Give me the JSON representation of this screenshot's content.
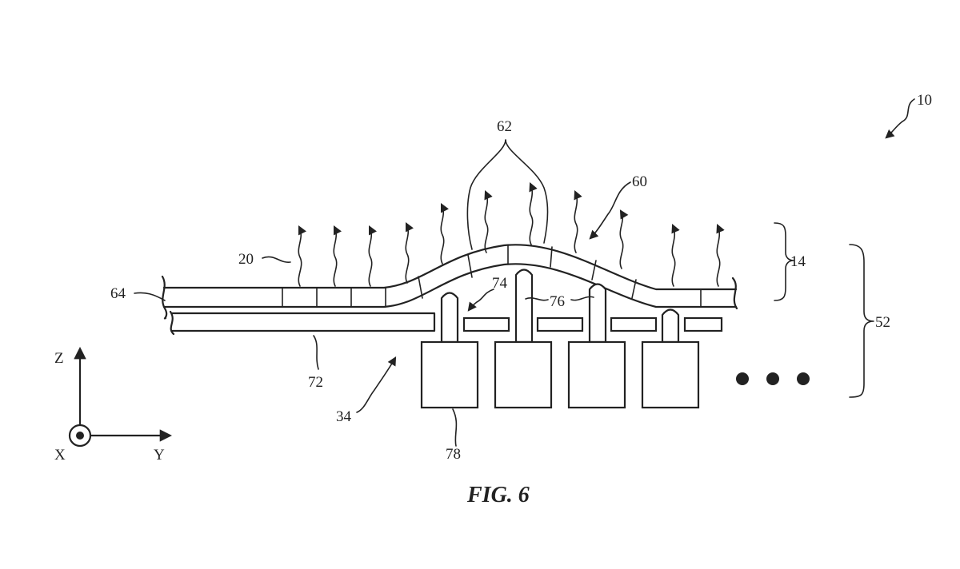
{
  "figure": {
    "caption": "FIG. 6",
    "labels": {
      "device": "10",
      "display": "14",
      "pixel": "20",
      "assembly": "34",
      "region": "52",
      "deform": "60",
      "light": "62",
      "edge": "64",
      "support": "72",
      "actuator": "74",
      "pin": "76",
      "motor": "78"
    },
    "axes": {
      "z": "Z",
      "x": "X",
      "y": "Y"
    }
  }
}
